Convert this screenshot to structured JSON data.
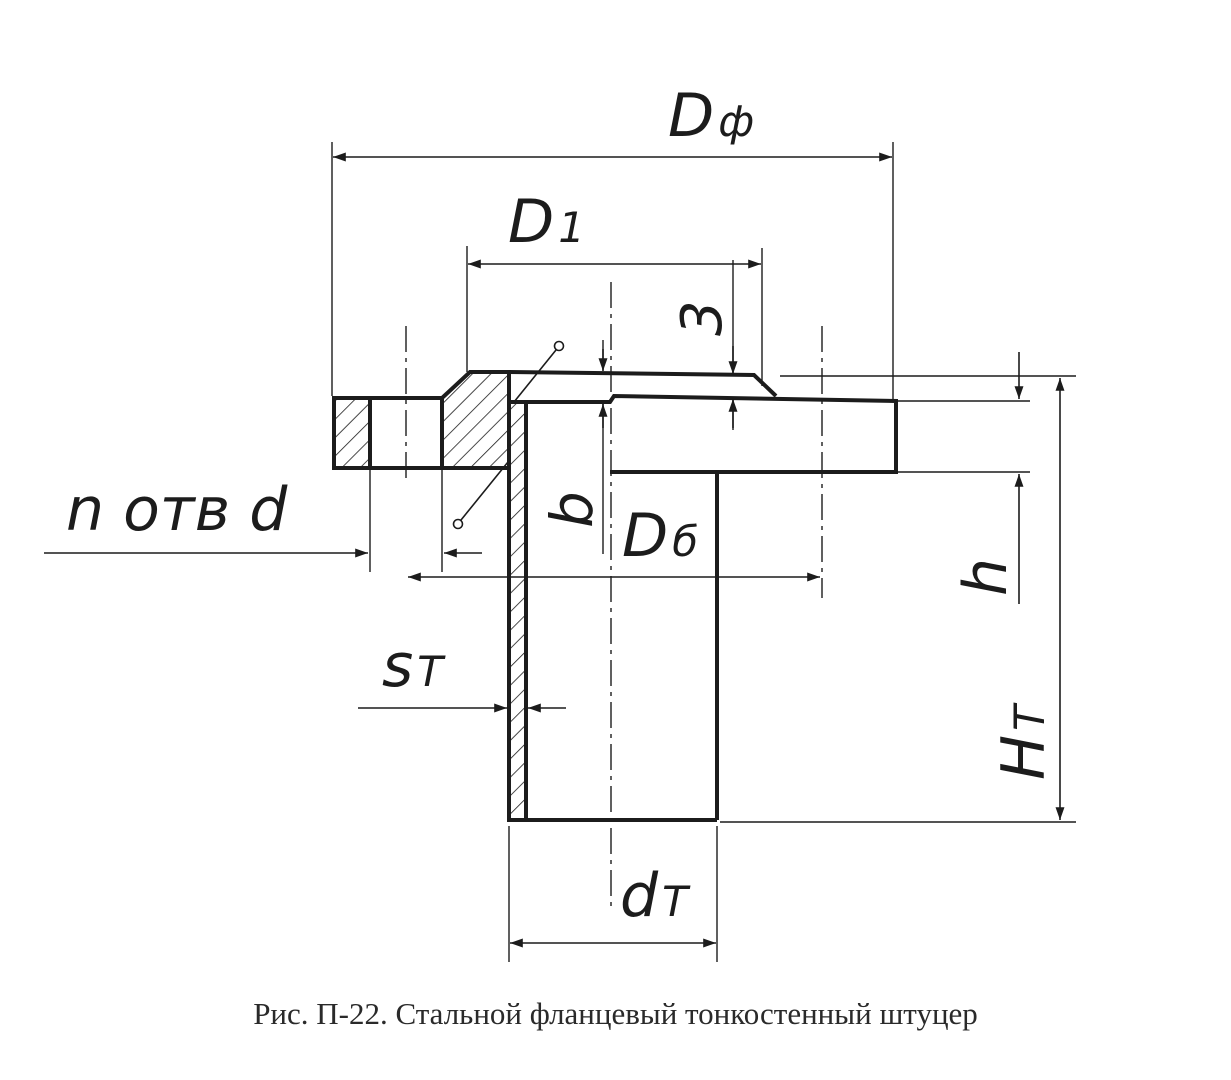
{
  "labels": {
    "D_f_main": "D",
    "D_f_sub": "ф",
    "D1_main": "D",
    "D1_sub": "1",
    "three": "3",
    "n_otv_d": "n отв d",
    "b": "b",
    "Db_main": "D",
    "Db_sub": "б",
    "h": "h",
    "sT_main": "s",
    "sT_sub": "T",
    "HT_main": "H",
    "HT_sub": "T",
    "dT_main": "d",
    "dT_sub": "T"
  },
  "caption": "Рис. П-22.  Стальной фланцевый тонкостенный штуцер",
  "colors": {
    "ink": "#1c1c1c",
    "paper": "#ffffff"
  }
}
